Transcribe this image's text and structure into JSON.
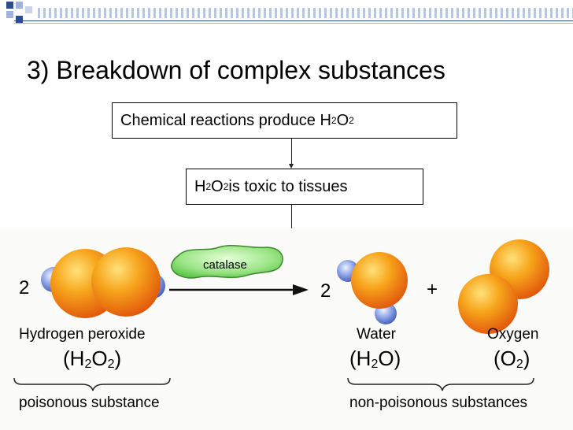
{
  "slide": {
    "title": "3) Breakdown of complex substances"
  },
  "flow": {
    "box1": {
      "text": "Chemical reactions produce H",
      "sub1": "2",
      "mid": "O",
      "sub2": "2"
    },
    "box2": {
      "pre": "H",
      "sub1": "2",
      "mid": "O",
      "sub2": "2",
      "text": " is toxic to tissues"
    }
  },
  "reaction": {
    "enzyme": "catalase",
    "left_coefficient": "2",
    "right_coefficient": "2",
    "plus": "+",
    "reactant": {
      "name": "Hydrogen peroxide",
      "formula_pre": "(H",
      "formula_sub1": "2",
      "formula_mid": "O",
      "formula_sub2": "2",
      "formula_post": ")",
      "note": "poisonous substance"
    },
    "product1": {
      "name": "Water",
      "formula_pre": "(H",
      "formula_sub1": "2",
      "formula_post": "O)"
    },
    "product2": {
      "name": "Oxygen",
      "formula_pre": "(O",
      "formula_sub1": "2",
      "formula_post": ")"
    },
    "products_note": "non-poisonous substances"
  },
  "colors": {
    "accent": "#2a4d8f",
    "oxygen_atom": "#f39a12",
    "hydrogen_atom": "#5b78c8",
    "catalase": "#7fd96a"
  }
}
